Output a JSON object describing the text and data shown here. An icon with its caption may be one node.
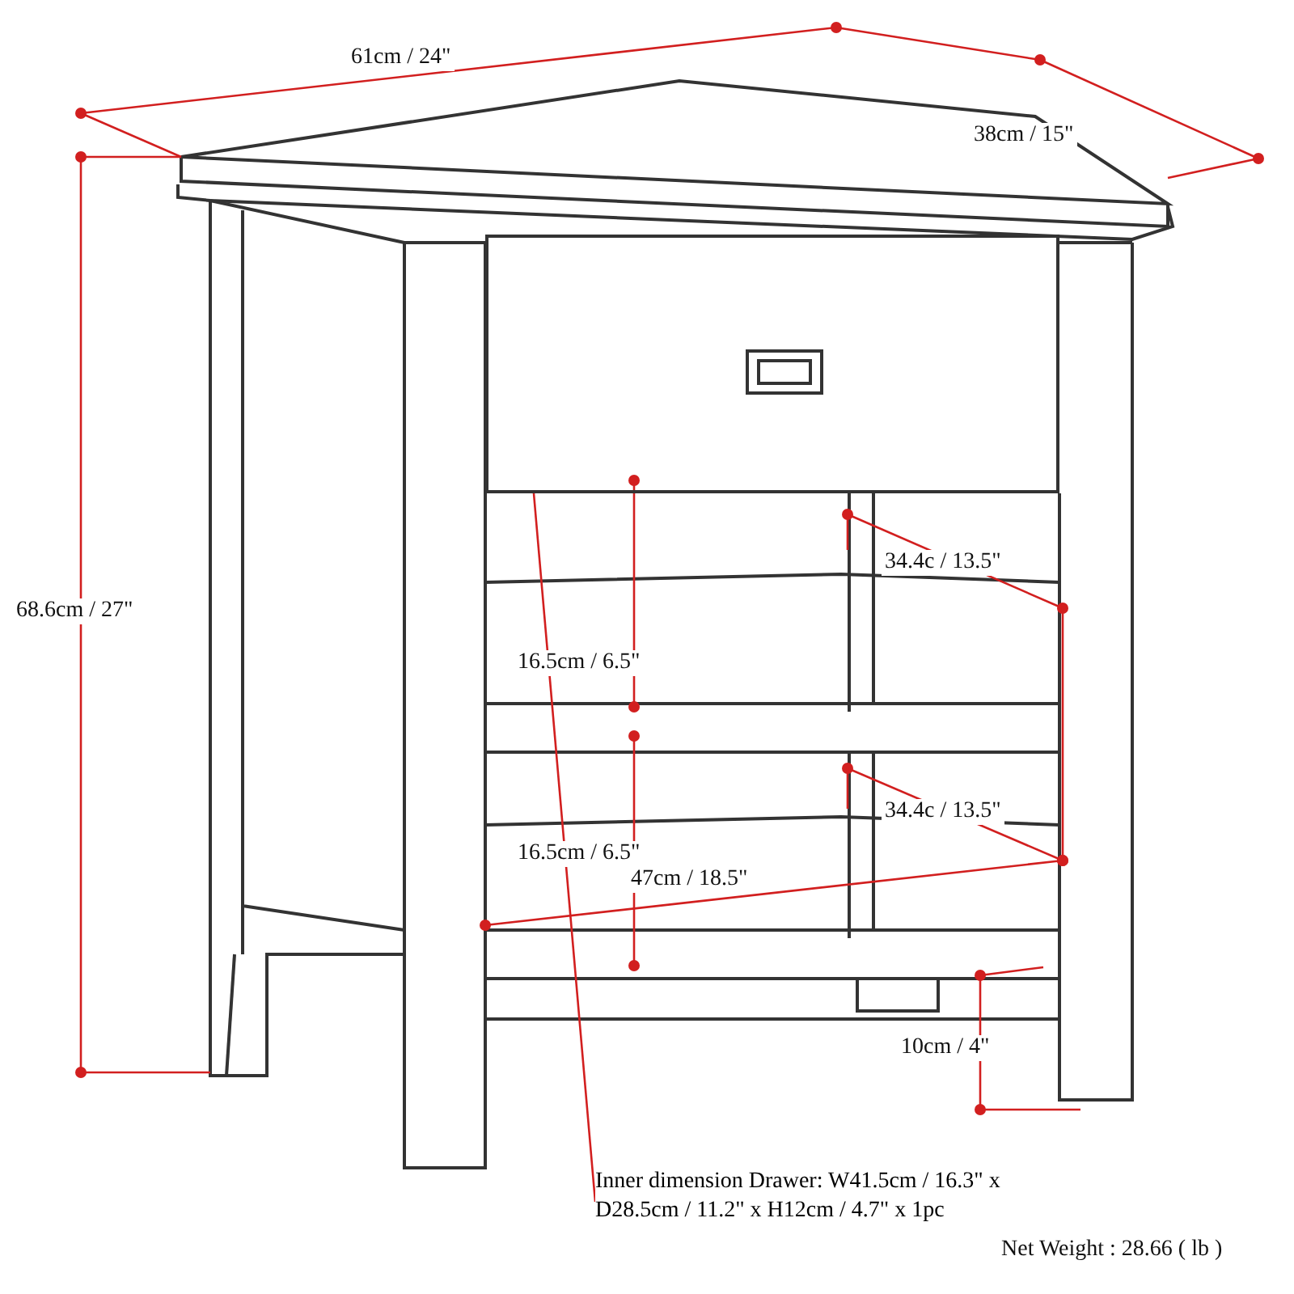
{
  "diagram": {
    "nodes": [
      {
        "text": [
          "Inner dimension Drawer: W41.5cm / 16.3\" x D28.5cm / 11.2\" x H12cm / 4.7\" x 1pc"
        ]
      },
      {
        "text": [],
        "shape": "box"
      }
    ],
    "edges": [
      {
        "from": 0,
        "to": 1,
        "arrow": "none"
      }
    ],
    "labels": [
      "61cm / 24\"",
      "38cm / 15\"",
      "68.6cm / 27\"",
      "34.4c / 13.5\"",
      "16.5cm / 6.5\"",
      "16.5cm / 6.5\"",
      "34.4c / 13.5\"",
      "47cm / 18.5\"",
      "10cm / 4\"",
      "Net Weight : 28.66 ( lb )"
    ]
  }
}
